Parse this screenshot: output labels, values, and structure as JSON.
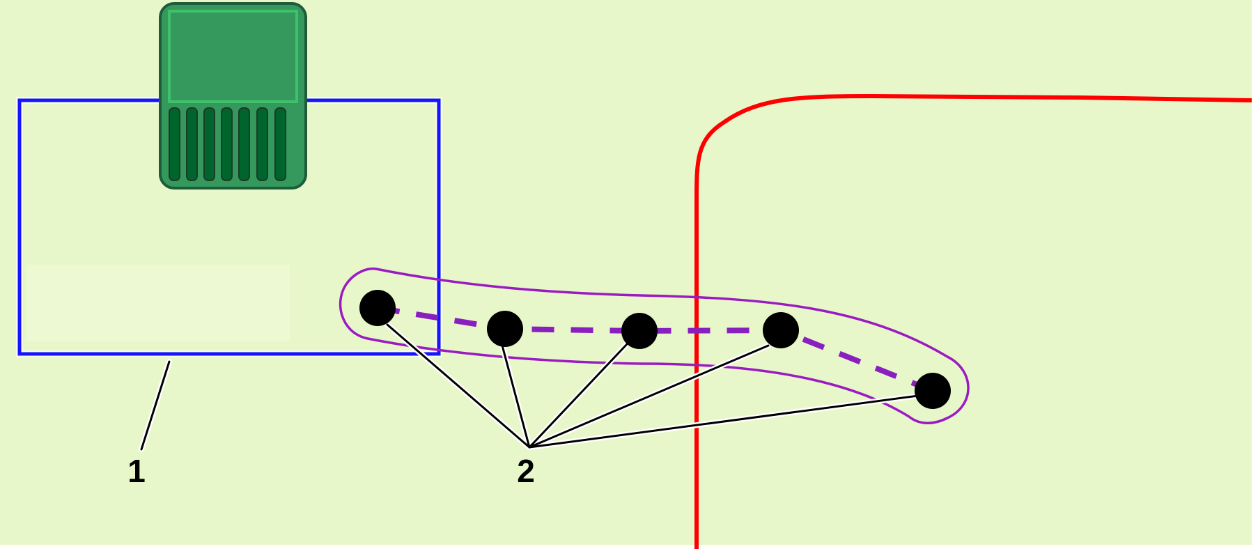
{
  "diagram": {
    "callouts": [
      {
        "id": "1",
        "label": "1"
      },
      {
        "id": "2",
        "label": "2"
      }
    ],
    "colors": {
      "background": "#e8f7c9",
      "outline_rectangle": "#1414ff",
      "device_body": "#35995e",
      "device_border": "#1e5c3a",
      "device_inner_border": "#3fc06a",
      "device_slot": "#00642d",
      "red_line": "#ff0000",
      "group_outline": "#9b1bc2",
      "group_dashed_line": "#8a1fc0",
      "marker_dot": "#000000",
      "leader_line": "#000000",
      "leader_halo": "#ffffff"
    },
    "icons": {
      "device": "green-device-with-slots-icon",
      "marker": "black-dot-marker-icon"
    },
    "marker_count": 5,
    "device_slot_count": 7
  }
}
